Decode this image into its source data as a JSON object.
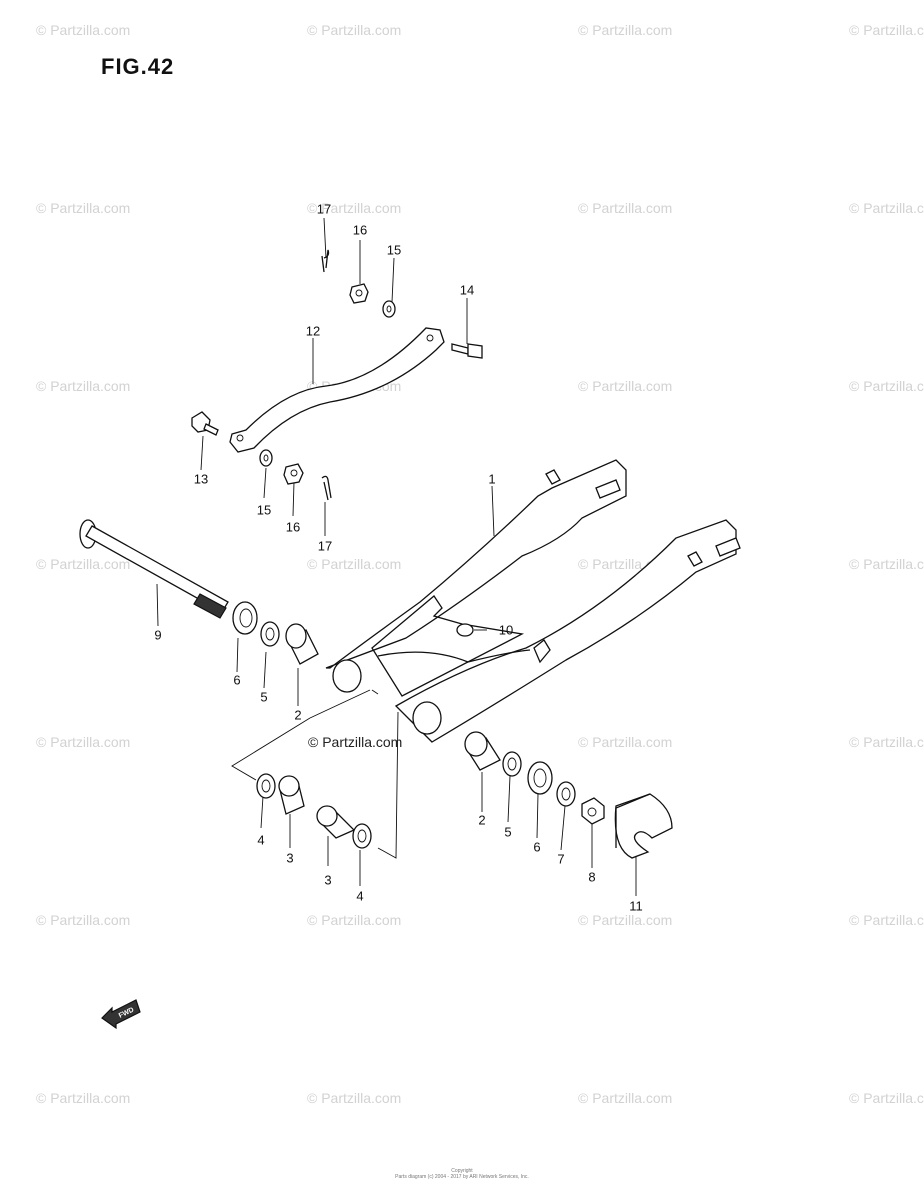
{
  "title": "FIG.42",
  "watermark": "© Partzilla.com",
  "fwd_label": "FWD",
  "callouts": {
    "p1": "1",
    "p2a": "2",
    "p2b": "2",
    "p3a": "3",
    "p3b": "3",
    "p4a": "4",
    "p4b": "4",
    "p5a": "5",
    "p5b": "5",
    "p6a": "6",
    "p6b": "6",
    "p7": "7",
    "p8": "8",
    "p9": "9",
    "p10": "10",
    "p11": "11",
    "p12": "12",
    "p13": "13",
    "p14": "14",
    "p15a": "15",
    "p15b": "15",
    "p16a": "16",
    "p16b": "16",
    "p17a": "17",
    "p17b": "17"
  },
  "footer": {
    "line1": "Copyright",
    "line2": "Parts diagram (c) 2004 - 2017 by ARI Network Services, Inc."
  }
}
